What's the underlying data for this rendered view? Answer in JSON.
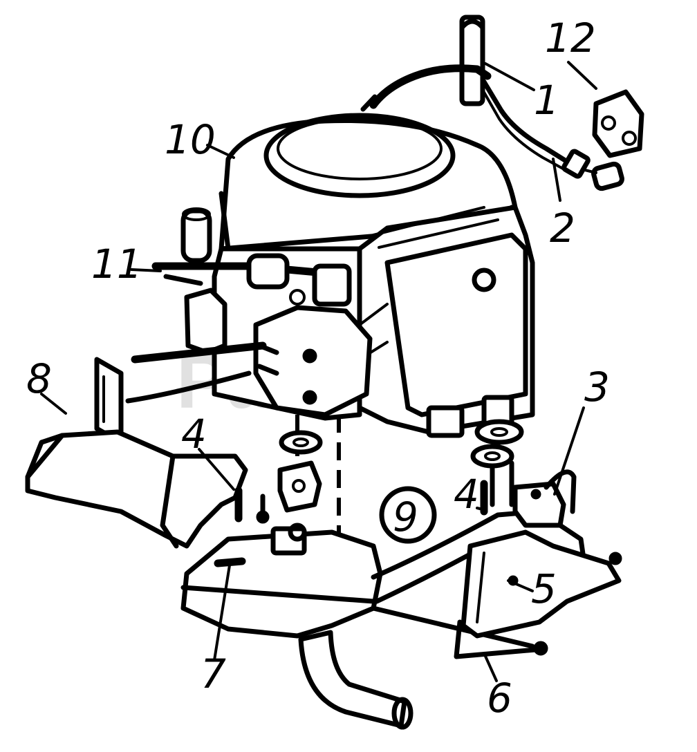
{
  "watermark": {
    "brand": "PartsTree",
    "trademark": "™"
  },
  "callouts": [
    {
      "id": "1",
      "label": "1"
    },
    {
      "id": "2",
      "label": "2"
    },
    {
      "id": "3",
      "label": "3"
    },
    {
      "id": "4a",
      "label": "4"
    },
    {
      "id": "4b",
      "label": "4"
    },
    {
      "id": "5",
      "label": "5"
    },
    {
      "id": "6",
      "label": "6"
    },
    {
      "id": "7",
      "label": "7"
    },
    {
      "id": "8",
      "label": "8"
    },
    {
      "id": "9",
      "label": "9"
    },
    {
      "id": "10",
      "label": "10"
    },
    {
      "id": "11",
      "label": "11"
    },
    {
      "id": "12",
      "label": "12"
    }
  ]
}
